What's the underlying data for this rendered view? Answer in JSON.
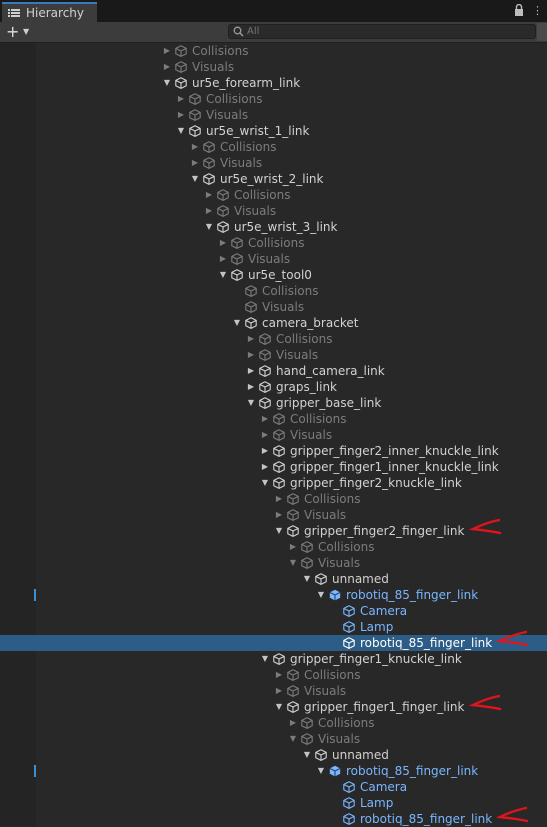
{
  "panel": {
    "tab_title": "Hierarchy",
    "search_placeholder": "All"
  },
  "colors": {
    "accent": "#3a79bb",
    "selection": "#2c5d87",
    "prefab_text": "#7ab6ff",
    "annotation": "#e0141c"
  },
  "rows": [
    {
      "depth": 0,
      "label": "Collisions",
      "arrow": "right",
      "style": "grey"
    },
    {
      "depth": 0,
      "label": "Visuals",
      "arrow": "right",
      "style": "grey"
    },
    {
      "depth": 0,
      "label": "ur5e_forearm_link",
      "arrow": "down",
      "style": "normal"
    },
    {
      "depth": 1,
      "label": "Collisions",
      "arrow": "right",
      "style": "grey"
    },
    {
      "depth": 1,
      "label": "Visuals",
      "arrow": "right",
      "style": "grey"
    },
    {
      "depth": 1,
      "label": "ur5e_wrist_1_link",
      "arrow": "down",
      "style": "normal"
    },
    {
      "depth": 2,
      "label": "Collisions",
      "arrow": "right",
      "style": "grey"
    },
    {
      "depth": 2,
      "label": "Visuals",
      "arrow": "right",
      "style": "grey"
    },
    {
      "depth": 2,
      "label": "ur5e_wrist_2_link",
      "arrow": "down",
      "style": "normal"
    },
    {
      "depth": 3,
      "label": "Collisions",
      "arrow": "right",
      "style": "grey"
    },
    {
      "depth": 3,
      "label": "Visuals",
      "arrow": "right",
      "style": "grey"
    },
    {
      "depth": 3,
      "label": "ur5e_wrist_3_link",
      "arrow": "down",
      "style": "normal"
    },
    {
      "depth": 4,
      "label": "Collisions",
      "arrow": "right",
      "style": "grey"
    },
    {
      "depth": 4,
      "label": "Visuals",
      "arrow": "right",
      "style": "grey"
    },
    {
      "depth": 4,
      "label": "ur5e_tool0",
      "arrow": "down",
      "style": "normal"
    },
    {
      "depth": 5,
      "label": "Collisions",
      "arrow": "none",
      "style": "grey"
    },
    {
      "depth": 5,
      "label": "Visuals",
      "arrow": "none",
      "style": "grey"
    },
    {
      "depth": 5,
      "label": "camera_bracket",
      "arrow": "down",
      "style": "normal"
    },
    {
      "depth": 6,
      "label": "Collisions",
      "arrow": "right",
      "style": "grey"
    },
    {
      "depth": 6,
      "label": "Visuals",
      "arrow": "right",
      "style": "grey"
    },
    {
      "depth": 6,
      "label": "hand_camera_link",
      "arrow": "right",
      "style": "normal"
    },
    {
      "depth": 6,
      "label": "graps_link",
      "arrow": "right",
      "style": "normal"
    },
    {
      "depth": 6,
      "label": "gripper_base_link",
      "arrow": "down",
      "style": "normal"
    },
    {
      "depth": 7,
      "label": "Collisions",
      "arrow": "right",
      "style": "grey"
    },
    {
      "depth": 7,
      "label": "Visuals",
      "arrow": "right",
      "style": "grey"
    },
    {
      "depth": 7,
      "label": "gripper_finger2_inner_knuckle_link",
      "arrow": "right",
      "style": "normal"
    },
    {
      "depth": 7,
      "label": "gripper_finger1_inner_knuckle_link",
      "arrow": "right",
      "style": "normal"
    },
    {
      "depth": 7,
      "label": "gripper_finger2_knuckle_link",
      "arrow": "down",
      "style": "normal"
    },
    {
      "depth": 8,
      "label": "Collisions",
      "arrow": "right",
      "style": "grey"
    },
    {
      "depth": 8,
      "label": "Visuals",
      "arrow": "right",
      "style": "grey"
    },
    {
      "depth": 8,
      "label": "gripper_finger2_finger_link",
      "arrow": "down",
      "style": "normal",
      "annotated": true
    },
    {
      "depth": 9,
      "label": "Collisions",
      "arrow": "right",
      "style": "grey"
    },
    {
      "depth": 9,
      "label": "Visuals",
      "arrow": "down",
      "style": "grey"
    },
    {
      "depth": 10,
      "label": "unnamed",
      "arrow": "down",
      "style": "normal"
    },
    {
      "depth": 11,
      "label": "robotiq_85_finger_link",
      "arrow": "down",
      "style": "blue",
      "prefab": true,
      "marker": true
    },
    {
      "depth": 12,
      "label": "Camera",
      "arrow": "none",
      "style": "blue"
    },
    {
      "depth": 12,
      "label": "Lamp",
      "arrow": "none",
      "style": "blue"
    },
    {
      "depth": 12,
      "label": "robotiq_85_finger_link",
      "arrow": "none",
      "style": "blue",
      "selected": true,
      "annotated": true
    },
    {
      "depth": 7,
      "label": "gripper_finger1_knuckle_link",
      "arrow": "down",
      "style": "normal"
    },
    {
      "depth": 8,
      "label": "Collisions",
      "arrow": "right",
      "style": "grey"
    },
    {
      "depth": 8,
      "label": "Visuals",
      "arrow": "right",
      "style": "grey"
    },
    {
      "depth": 8,
      "label": "gripper_finger1_finger_link",
      "arrow": "down",
      "style": "normal",
      "annotated": true
    },
    {
      "depth": 9,
      "label": "Collisions",
      "arrow": "right",
      "style": "grey"
    },
    {
      "depth": 9,
      "label": "Visuals",
      "arrow": "down",
      "style": "grey"
    },
    {
      "depth": 10,
      "label": "unnamed",
      "arrow": "down",
      "style": "normal"
    },
    {
      "depth": 11,
      "label": "robotiq_85_finger_link",
      "arrow": "down",
      "style": "blue",
      "prefab": true,
      "marker": true
    },
    {
      "depth": 12,
      "label": "Camera",
      "arrow": "none",
      "style": "blue"
    },
    {
      "depth": 12,
      "label": "Lamp",
      "arrow": "none",
      "style": "blue"
    },
    {
      "depth": 12,
      "label": "robotiq_85_finger_link",
      "arrow": "none",
      "style": "blue",
      "annotated": true
    }
  ]
}
